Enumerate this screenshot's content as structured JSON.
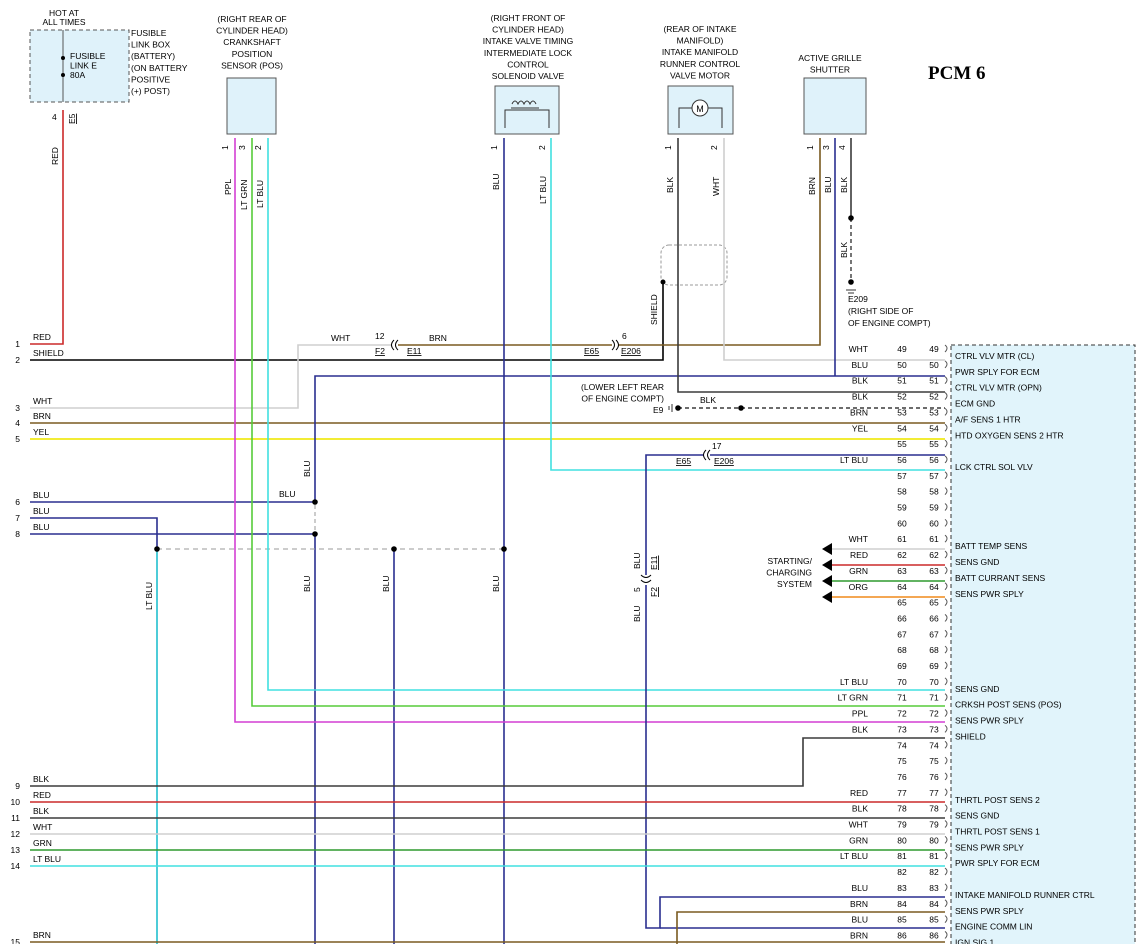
{
  "title": "PCM 6",
  "colors": {
    "RED": "#cc2a2a",
    "BLK": "#3b3b3b",
    "WHT": "#cfcfcf",
    "BRN": "#7a5a20",
    "YEL": "#f1ea18",
    "BLU": "#2a2f8f",
    "LT BLU": "#41e0e0",
    "LT GRN": "#56cc3a",
    "PPL": "#d43fd4",
    "GRN": "#2f9a2f",
    "ORG": "#f08a1a",
    "SHIELD": "#000000",
    "pcm_fill": "#e1f4fb",
    "comp_fill": "#dff2fa"
  },
  "components": {
    "fuse_header": [
      "HOT AT",
      "ALL TIMES"
    ],
    "fuse_box": [
      "FUSIBLE",
      "LINK BOX",
      "(BATTERY)",
      "(ON BATTERY",
      "POSITIVE",
      "(+) POST)"
    ],
    "fuse_inner": [
      "FUSIBLE",
      "LINK E",
      "80A"
    ],
    "fuse_pin": "4",
    "fuse_conn": "E5",
    "ckp": [
      "(RIGHT REAR OF",
      "CYLINDER HEAD)",
      "CRANKSHAFT",
      "POSITION",
      "SENSOR (POS)"
    ],
    "ivt": [
      "(RIGHT FRONT OF",
      "CYLINDER HEAD)",
      "INTAKE VALVE TIMING",
      "INTERMEDIATE LOCK",
      "CONTROL",
      "SOLENOID VALVE"
    ],
    "imrc": [
      "(REAR OF INTAKE",
      "MANIFOLD)",
      "INTAKE MANIFOLD",
      "RUNNER CONTROL",
      "VALVE MOTOR"
    ],
    "motor_symbol": "M",
    "grille": [
      "ACTIVE GRILLE",
      "SHUTTER"
    ],
    "ground_e209": [
      "E209",
      "(RIGHT SIDE OF",
      "OF ENGINE COMPT)"
    ],
    "ground_e9": [
      "(LOWER LEFT REAR",
      "OF ENGINE COMPT)"
    ],
    "ground_e9_id": "E9",
    "starting_system": [
      "STARTING/",
      "CHARGING",
      "SYSTEM"
    ]
  },
  "component_pins": [
    {
      "id": "ckp1",
      "label": "1"
    },
    {
      "id": "ckp3",
      "label": "3"
    },
    {
      "id": "ckp2",
      "label": "2"
    },
    {
      "id": "ivt1",
      "label": "1"
    },
    {
      "id": "ivt2",
      "label": "2"
    },
    {
      "id": "imrc1",
      "label": "1"
    },
    {
      "id": "imrc2",
      "label": "2"
    },
    {
      "id": "gs1",
      "label": "1"
    },
    {
      "id": "gs3",
      "label": "3"
    },
    {
      "id": "gs4",
      "label": "4"
    }
  ],
  "wire_labels": [
    {
      "id": "red_fuse",
      "text": "RED"
    },
    {
      "id": "ckp_ppl",
      "text": "PPL"
    },
    {
      "id": "ckp_ltgrn",
      "text": "LT GRN"
    },
    {
      "id": "ckp_ltblu",
      "text": "LT BLU"
    },
    {
      "id": "ivt_blu",
      "text": "BLU"
    },
    {
      "id": "ivt_ltblu",
      "text": "LT BLU"
    },
    {
      "id": "imrc_blk",
      "text": "BLK"
    },
    {
      "id": "imrc_wht",
      "text": "WHT"
    },
    {
      "id": "gs_brn",
      "text": "BRN"
    },
    {
      "id": "gs_blu",
      "text": "BLU"
    },
    {
      "id": "gs_blk",
      "text": "BLK"
    },
    {
      "id": "gs_blk2",
      "text": "BLK"
    },
    {
      "id": "shield_v",
      "text": "SHIELD"
    },
    {
      "id": "wht_top",
      "text": "WHT"
    },
    {
      "id": "brn_top",
      "text": "BRN"
    },
    {
      "id": "blk_e9",
      "text": "BLK"
    },
    {
      "id": "blu_mid",
      "text": "BLU"
    },
    {
      "id": "blu_row6",
      "text": "BLU"
    },
    {
      "id": "ltblu_v",
      "text": "LT BLU"
    },
    {
      "id": "blu_v1",
      "text": "BLU"
    },
    {
      "id": "blu_v2",
      "text": "BLU"
    },
    {
      "id": "blu_v3",
      "text": "BLU"
    },
    {
      "id": "blu_e11_a",
      "text": "BLU"
    },
    {
      "id": "blu_e11_b",
      "text": "BLU"
    }
  ],
  "connectors": [
    {
      "id": "c12_num",
      "text": "12"
    },
    {
      "id": "c12_f",
      "text": "F2"
    },
    {
      "id": "c12_e",
      "text": "E11"
    },
    {
      "id": "c6_num",
      "text": "6"
    },
    {
      "id": "c6_f",
      "text": "E65"
    },
    {
      "id": "c6_e",
      "text": "E206"
    },
    {
      "id": "c17_num",
      "text": "17"
    },
    {
      "id": "c17_f",
      "text": "E65"
    },
    {
      "id": "c17_e",
      "text": "E206"
    },
    {
      "id": "c5_num",
      "text": "5"
    },
    {
      "id": "c5_f",
      "text": "F2"
    },
    {
      "id": "c5_e",
      "text": "E11"
    }
  ],
  "left_rows": [
    {
      "n": "1",
      "label": "RED"
    },
    {
      "n": "2",
      "label": "SHIELD"
    },
    {
      "n": "3",
      "label": "WHT"
    },
    {
      "n": "4",
      "label": "BRN"
    },
    {
      "n": "5",
      "label": "YEL"
    },
    {
      "n": "6",
      "label": "BLU"
    },
    {
      "n": "7",
      "label": "BLU"
    },
    {
      "n": "8",
      "label": "BLU"
    },
    {
      "n": "9",
      "label": "BLK"
    },
    {
      "n": "10",
      "label": "RED"
    },
    {
      "n": "11",
      "label": "BLK"
    },
    {
      "n": "12",
      "label": "WHT"
    },
    {
      "n": "13",
      "label": "GRN"
    },
    {
      "n": "14",
      "label": "LT BLU"
    },
    {
      "n": "15",
      "label": "BRN"
    }
  ],
  "pcm_pins": [
    {
      "pin": "49",
      "wire": "WHT",
      "func": "CTRL VLV MTR (CL)"
    },
    {
      "pin": "50",
      "wire": "BLU",
      "func": "PWR SPLY FOR ECM"
    },
    {
      "pin": "51",
      "wire": "BLK",
      "func": "CTRL VLV MTR (OPN)"
    },
    {
      "pin": "52",
      "wire": "BLK",
      "func": "ECM GND"
    },
    {
      "pin": "53",
      "wire": "BRN",
      "func": "A/F SENS 1 HTR"
    },
    {
      "pin": "54",
      "wire": "YEL",
      "func": "HTD OXYGEN SENS 2 HTR"
    },
    {
      "pin": "55",
      "wire": "",
      "func": ""
    },
    {
      "pin": "56",
      "wire": "LT BLU",
      "func": "LCK CTRL SOL VLV"
    },
    {
      "pin": "57",
      "wire": "",
      "func": ""
    },
    {
      "pin": "58",
      "wire": "",
      "func": ""
    },
    {
      "pin": "59",
      "wire": "",
      "func": ""
    },
    {
      "pin": "60",
      "wire": "",
      "func": ""
    },
    {
      "pin": "61",
      "wire": "WHT",
      "func": "BATT TEMP SENS"
    },
    {
      "pin": "62",
      "wire": "RED",
      "func": "SENS GND"
    },
    {
      "pin": "63",
      "wire": "GRN",
      "func": "BATT CURRANT SENS"
    },
    {
      "pin": "64",
      "wire": "ORG",
      "func": "SENS PWR SPLY"
    },
    {
      "pin": "65",
      "wire": "",
      "func": ""
    },
    {
      "pin": "66",
      "wire": "",
      "func": ""
    },
    {
      "pin": "67",
      "wire": "",
      "func": ""
    },
    {
      "pin": "68",
      "wire": "",
      "func": ""
    },
    {
      "pin": "69",
      "wire": "",
      "func": ""
    },
    {
      "pin": "70",
      "wire": "LT BLU",
      "func": "SENS GND"
    },
    {
      "pin": "71",
      "wire": "LT GRN",
      "func": "CRKSH POST SENS (POS)"
    },
    {
      "pin": "72",
      "wire": "PPL",
      "func": "SENS PWR SPLY"
    },
    {
      "pin": "73",
      "wire": "BLK",
      "func": "SHIELD"
    },
    {
      "pin": "74",
      "wire": "",
      "func": ""
    },
    {
      "pin": "75",
      "wire": "",
      "func": ""
    },
    {
      "pin": "76",
      "wire": "",
      "func": ""
    },
    {
      "pin": "77",
      "wire": "RED",
      "func": "THRTL POST SENS 2"
    },
    {
      "pin": "78",
      "wire": "BLK",
      "func": "SENS GND"
    },
    {
      "pin": "79",
      "wire": "WHT",
      "func": "THRTL POST SENS 1"
    },
    {
      "pin": "80",
      "wire": "GRN",
      "func": "SENS PWR SPLY"
    },
    {
      "pin": "81",
      "wire": "LT BLU",
      "func": "PWR SPLY FOR ECM"
    },
    {
      "pin": "82",
      "wire": "",
      "func": ""
    },
    {
      "pin": "83",
      "wire": "BLU",
      "func": "INTAKE MANIFOLD RUNNER CTRL"
    },
    {
      "pin": "84",
      "wire": "BRN",
      "func": "SENS PWR SPLY"
    },
    {
      "pin": "85",
      "wire": "BLU",
      "func": "ENGINE COMM LIN"
    },
    {
      "pin": "86",
      "wire": "BRN",
      "func": "IGN SIG 1"
    }
  ]
}
